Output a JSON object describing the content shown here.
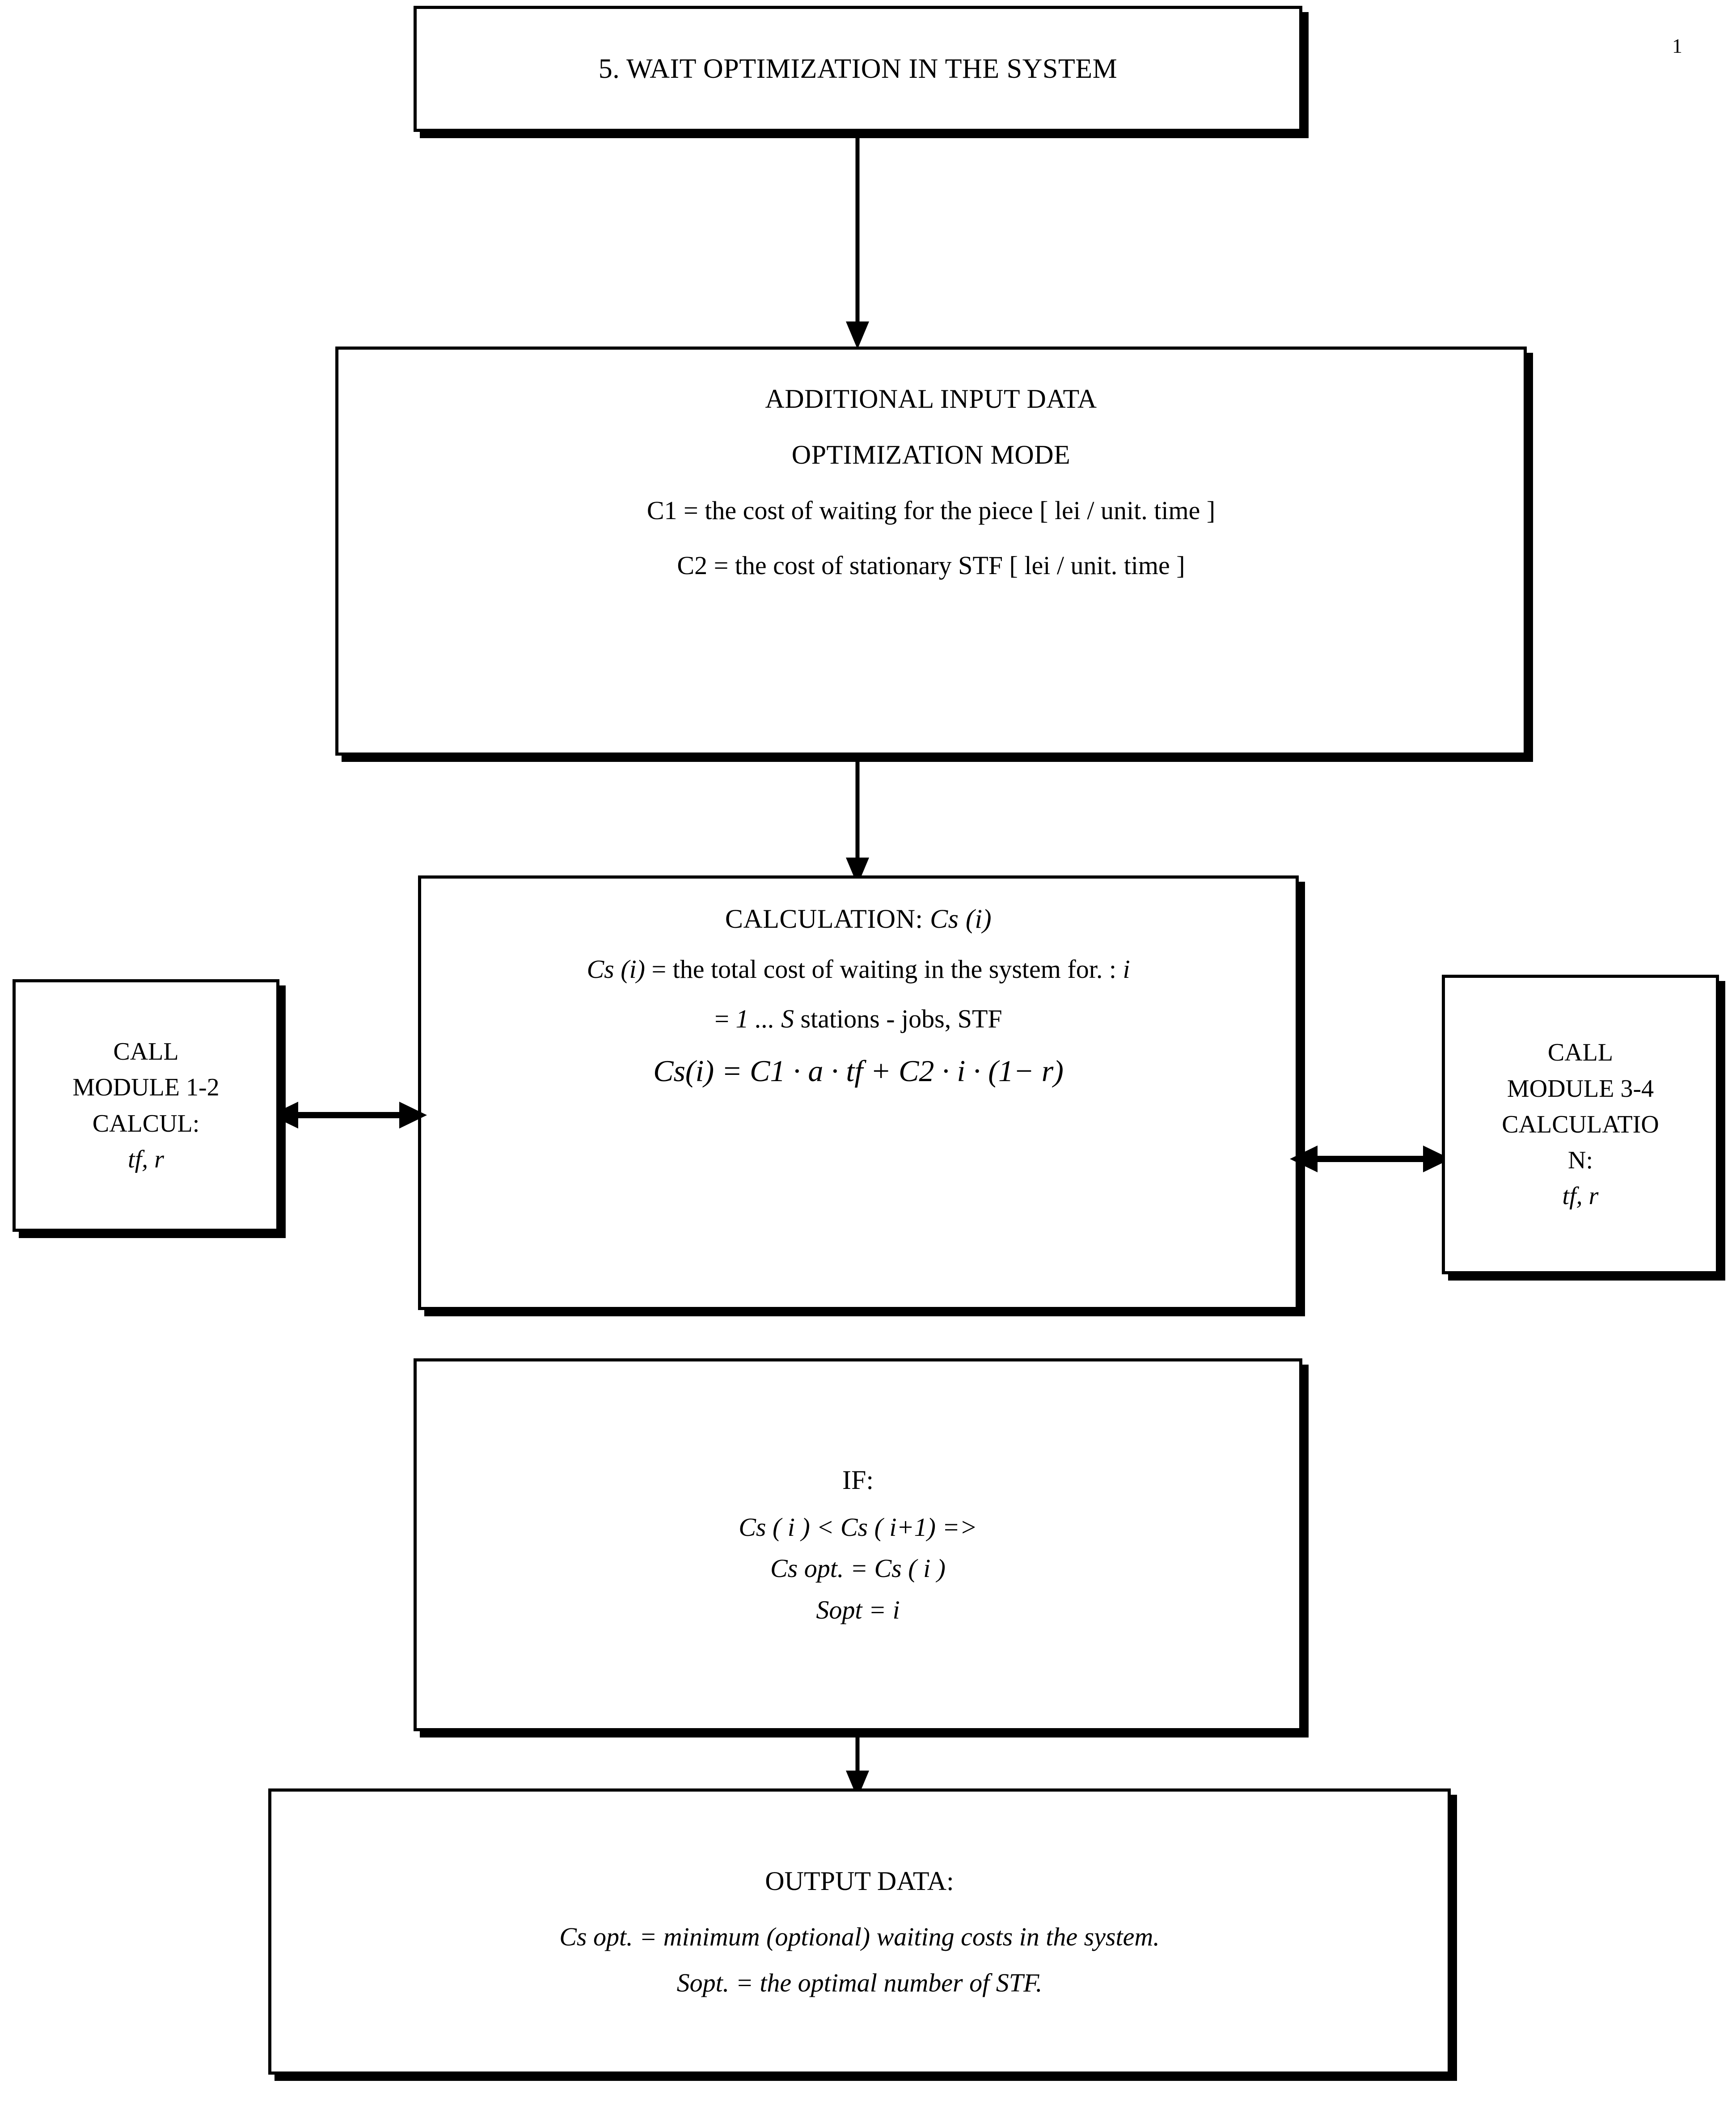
{
  "page": {
    "number": "1"
  },
  "boxes": {
    "title": {
      "line1": "5.  WAIT OPTIMIZATION IN THE SYSTEM"
    },
    "input": {
      "line1": "ADDITIONAL INPUT DATA",
      "line2": "OPTIMIZATION MODE",
      "line3": "C1  =  the cost of waiting for the piece [ lei / unit.  time ]",
      "line4": "C2  =  the cost of stationary STF  [ lei / unit.  time ]"
    },
    "calculation": {
      "line1_prefix": "CALCULATION:  ",
      "line1_italic": "Cs (i)",
      "line2_italic": "Cs (i)",
      "line2_rest": " = the total cost of waiting in the system for. : ",
      "line2_tail": "i",
      "line3_eq": "= ",
      "line3_italic": "1 ... S",
      "line3_rest": "  stations - jobs, STF",
      "formula": "Cs(i) = C1 · a · tf + C2 · i · (1− r)"
    },
    "call_left": {
      "line1": "CALL",
      "line2": "MODULE 1-2",
      "line3": "CALCUL:",
      "line4": "tf, r"
    },
    "call_right": {
      "line1": "CALL",
      "line2": "MODULE 3-4",
      "line3": "CALCULATIO",
      "line4": "N:",
      "line5": "tf, r"
    },
    "condition": {
      "head": "IF:",
      "line1": "Cs ( i )  < Cs ( i+1) =>",
      "line2": "Cs opt. =  Cs ( i )",
      "line3": "Sopt = i"
    },
    "output": {
      "head": "OUTPUT DATA:",
      "line1": "Cs opt. = minimum (optional) waiting costs in the system.",
      "line2": "Sopt. = the optimal number of STF."
    }
  },
  "connectors": {
    "title_to_input": "arrow-down",
    "input_to_calculation": "arrow-down",
    "calculation_to_call_left": "arrow-double-horizontal",
    "calculation_to_call_right": "arrow-double-horizontal",
    "condition_to_output": "arrow-down"
  },
  "colors": {
    "stroke": "#000000",
    "background": "#ffffff"
  }
}
